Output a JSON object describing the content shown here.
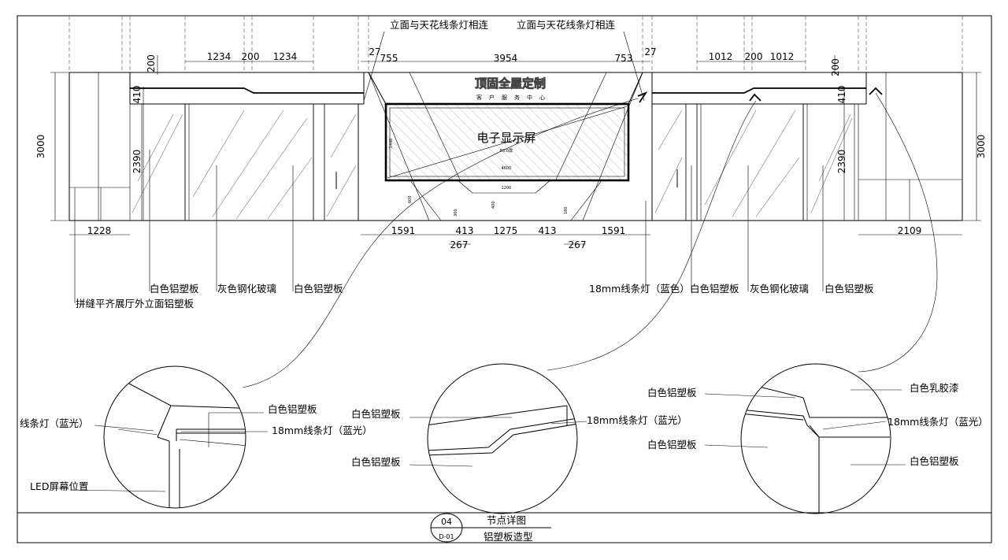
{
  "callouts": {
    "top_left": "立面与天花线条灯相连",
    "top_right": "立面与天花线条灯相连"
  },
  "screen": {
    "label": "电子显示屏",
    "sub": "P3.0屏",
    "width_note": "4600",
    "height_note": "1440",
    "brand": "顶固全屋定制",
    "brand_sub": [
      "客",
      "户",
      "服",
      "务",
      "中",
      "心"
    ]
  },
  "dims_top": {
    "d200a": "200",
    "d1234a": "1234",
    "d200b": "200",
    "d1234b": "1234",
    "d27a": "27",
    "d755": "755",
    "d3954": "3954",
    "d753": "753",
    "d27b": "27",
    "d1012a": "1012",
    "d200c": "200",
    "d1012b": "1012",
    "d200d": "200"
  },
  "dims_side": {
    "h3000_left": "3000",
    "h3000_right": "3000",
    "h410_left": "410",
    "h2390_left": "2390",
    "h410_right": "410",
    "h2390_right": "2390"
  },
  "dims_bottom": {
    "d1228": "1228",
    "d1591a": "1591",
    "d413a": "413",
    "d1275": "1275",
    "d413b": "413",
    "d1591b": "1591",
    "d2109": "2109",
    "d267a": "267",
    "d267b": "267"
  },
  "small_dims": {
    "s1200": "1200",
    "s400": "400",
    "s600": "600",
    "s300": "300",
    "s180": "180"
  },
  "materials": {
    "white_alu_1": "白色铝塑板",
    "grey_glass_1": "灰色钢化玻璃",
    "white_alu_2": "白色铝塑板",
    "flush_panel": "拼缝平齐展厅外立面铝塑板",
    "line_light": "18mm线条灯（蓝色）",
    "white_alu_3": "白色铝塑板",
    "grey_glass_2": "灰色钢化玻璃",
    "white_alu_4": "白色铝塑板"
  },
  "detail1": {
    "line_light": "线条灯（蓝光）",
    "white_alu": "白色铝塑板",
    "light18": "18mm线条灯（蓝光）",
    "led_pos": "LED屏幕位置"
  },
  "detail2": {
    "white_alu_top": "白色铝塑板",
    "light18": "18mm线条灯（蓝光）",
    "white_alu_bottom": "白色铝塑板"
  },
  "detail3": {
    "white_alu_top": "白色铝塑板",
    "latex": "白色乳胶漆",
    "light18": "18mm线条灯（蓝光）",
    "white_alu_bottom": "白色铝塑板",
    "white_alu_right": "白色铝塑板"
  },
  "title_block": {
    "number": "04",
    "sheet": "D-01",
    "title": "节点详图",
    "subtitle": "铝塑板造型"
  }
}
